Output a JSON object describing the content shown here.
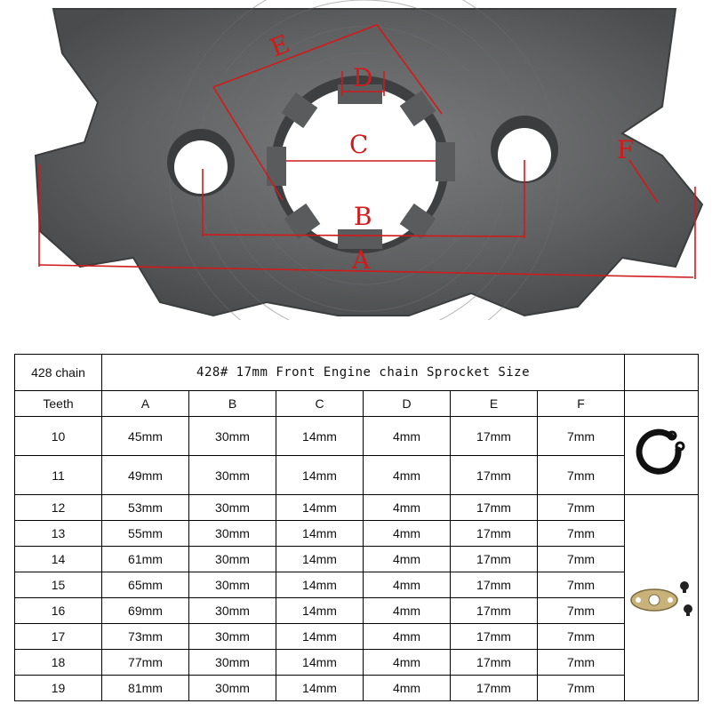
{
  "photo": {
    "dimension_labels": {
      "a": "A",
      "b": "B",
      "c": "C",
      "d": "D",
      "e": "E",
      "f": "F"
    },
    "colors": {
      "metal": "#58595a",
      "metal_light": "#8a8b8c",
      "dimension": "#d11a1a"
    }
  },
  "table": {
    "corner_label": "428 chain",
    "title": "428# 17mm Front Engine chain Sprocket Size",
    "columns": [
      "Teeth",
      "A",
      "B",
      "C",
      "D",
      "E",
      "F"
    ],
    "rows": [
      [
        "10",
        "45mm",
        "30mm",
        "14mm",
        "4mm",
        "17mm",
        "7mm"
      ],
      [
        "11",
        "49mm",
        "30mm",
        "14mm",
        "4mm",
        "17mm",
        "7mm"
      ],
      [
        "12",
        "53mm",
        "30mm",
        "14mm",
        "4mm",
        "17mm",
        "7mm"
      ],
      [
        "13",
        "55mm",
        "30mm",
        "14mm",
        "4mm",
        "17mm",
        "7mm"
      ],
      [
        "14",
        "61mm",
        "30mm",
        "14mm",
        "4mm",
        "17mm",
        "7mm"
      ],
      [
        "15",
        "65mm",
        "30mm",
        "14mm",
        "4mm",
        "17mm",
        "7mm"
      ],
      [
        "16",
        "69mm",
        "30mm",
        "14mm",
        "4mm",
        "17mm",
        "7mm"
      ],
      [
        "17",
        "73mm",
        "30mm",
        "14mm",
        "4mm",
        "17mm",
        "7mm"
      ],
      [
        "18",
        "77mm",
        "30mm",
        "14mm",
        "4mm",
        "17mm",
        "7mm"
      ],
      [
        "19",
        "81mm",
        "30mm",
        "14mm",
        "4mm",
        "17mm",
        "7mm"
      ]
    ]
  },
  "accessories": {
    "clip_icon": "circlip-icon",
    "plate_icon": "lock-plate-icon"
  }
}
